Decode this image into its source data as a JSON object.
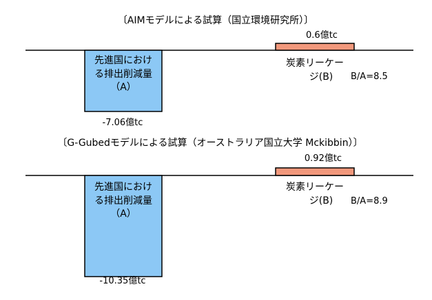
{
  "chart_data": [
    {
      "type": "bar",
      "title": "〔AIMモデルによる試算（国立環境研究所）〕",
      "categories": [
        "先進国における排出削減量（A）",
        "炭素リーケージ(B)"
      ],
      "values": [
        -7.06,
        0.6
      ],
      "value_labels": [
        "-7.06億tc",
        "0.6億tc"
      ],
      "bar_labels": [
        [
          "先進国におけ",
          "る排出削減量",
          "（A）"
        ],
        [
          "炭素リーケー",
          "ジ(B)"
        ]
      ],
      "ratio_label": "B/A=8.5",
      "colors": [
        "#8cc8f5",
        "#f2987c"
      ],
      "unit": "億tc"
    },
    {
      "type": "bar",
      "title": "〔G-Gubedモデルによる試算（オーストラリア国立大学 Mckibbin）〕",
      "categories": [
        "先進国における排出削減量（A）",
        "炭素リーケージ(B)"
      ],
      "values": [
        -10.35,
        0.92
      ],
      "value_labels": [
        "-10.35億tc",
        "0.92億tc"
      ],
      "bar_labels": [
        [
          "先進国におけ",
          "る排出削減量",
          "（A）"
        ],
        [
          "炭素リーケー",
          "ジ(B)"
        ]
      ],
      "ratio_label": "B/A=8.9",
      "colors": [
        "#8cc8f5",
        "#f2987c"
      ],
      "unit": "億tc"
    }
  ]
}
